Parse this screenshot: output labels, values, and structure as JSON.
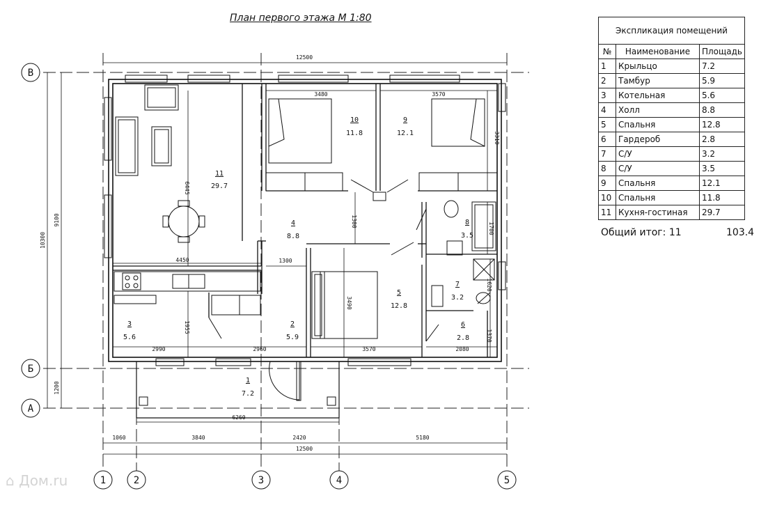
{
  "title": "План первого этажа М 1:80",
  "explication": {
    "caption": "Экспликация помещений",
    "col_no": "№",
    "col_name": "Наименование",
    "col_area": "Площадь",
    "rows": [
      {
        "no": "1",
        "name": "Крыльцо",
        "area": "7.2"
      },
      {
        "no": "2",
        "name": "Тамбур",
        "area": "5.9"
      },
      {
        "no": "3",
        "name": "Котельная",
        "area": "5.6"
      },
      {
        "no": "4",
        "name": "Холл",
        "area": "8.8"
      },
      {
        "no": "5",
        "name": "Спальня",
        "area": "12.8"
      },
      {
        "no": "6",
        "name": "Гардероб",
        "area": "2.8"
      },
      {
        "no": "7",
        "name": "С/У",
        "area": "3.2"
      },
      {
        "no": "8",
        "name": "С/У",
        "area": "3.5"
      },
      {
        "no": "9",
        "name": "Спальня",
        "area": "12.1"
      },
      {
        "no": "10",
        "name": "Спальня",
        "area": "11.8"
      },
      {
        "no": "11",
        "name": "Кухня-гостиная",
        "area": "29.7"
      }
    ],
    "total_label": "Общий итог: 11",
    "total_value": "103.4"
  },
  "axes": {
    "letters": [
      "В",
      "Б",
      "А"
    ],
    "numbers": [
      "1",
      "2",
      "3",
      "4",
      "5"
    ]
  },
  "rooms": [
    {
      "no": "1",
      "area": "7.2"
    },
    {
      "no": "2",
      "area": "5.9"
    },
    {
      "no": "3",
      "area": "5.6"
    },
    {
      "no": "4",
      "area": "8.8"
    },
    {
      "no": "5",
      "area": "12.8"
    },
    {
      "no": "6",
      "area": "2.8"
    },
    {
      "no": "7",
      "area": "3.2"
    },
    {
      "no": "8",
      "area": "3.5"
    },
    {
      "no": "9",
      "area": "12.1"
    },
    {
      "no": "10",
      "area": "11.8"
    },
    {
      "no": "11",
      "area": "29.7"
    }
  ],
  "dims": {
    "top_total": "12500",
    "bottom_total": "12500",
    "b_1": "1060",
    "b_2": "3840",
    "b_3": "2420",
    "b_4": "5180",
    "porch": "6260",
    "left_outer": "10300",
    "left_inner": "9100",
    "left_porch": "1200",
    "i_3480": "3480",
    "i_3570a": "3570",
    "i_3310": "3310",
    "i_6445": "6445",
    "i_4450": "4450",
    "i_1300h": "1300",
    "i_1300v": "1300",
    "i_1700": "1700",
    "i_3490": "3490",
    "i_1955": "1955",
    "i_1620": "1620",
    "i_1370": "1370",
    "i_2990": "2990",
    "i_2960": "2960",
    "i_3570b": "3570",
    "i_2080": "2080"
  },
  "watermark": "Дом.ru"
}
